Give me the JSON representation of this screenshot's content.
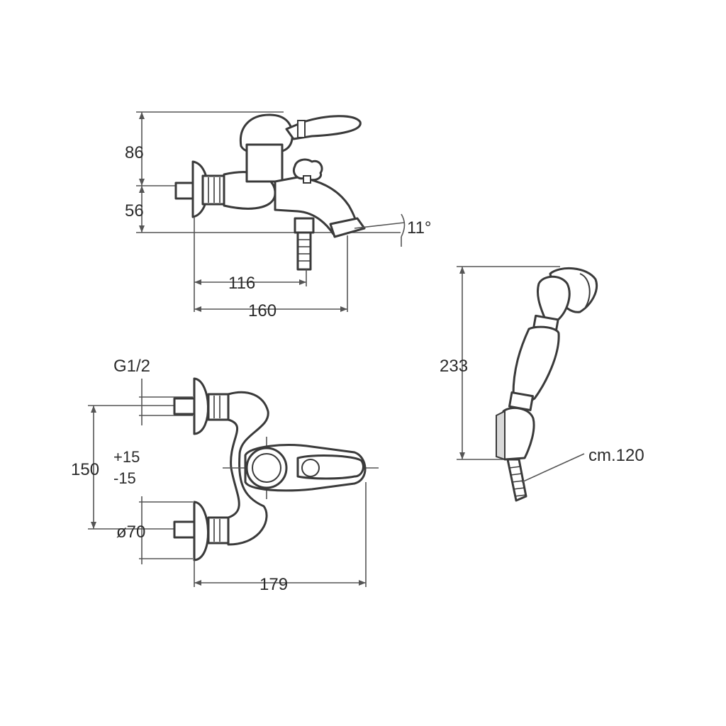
{
  "labels": {
    "dim_86": "86",
    "dim_56": "56",
    "dim_116": "116",
    "dim_160": "160",
    "angle_11": "11°",
    "thread": "G1/2",
    "dim_150": "150",
    "tol_plus": "+15",
    "tol_minus": "-15",
    "dia_70": "ø70",
    "dim_179": "179",
    "dim_233": "233",
    "hose_length": "cm.120"
  },
  "colors": {
    "line": "#3a3a3a",
    "dimension_line": "#555555",
    "text": "#2b2b2b",
    "background": "#ffffff"
  }
}
